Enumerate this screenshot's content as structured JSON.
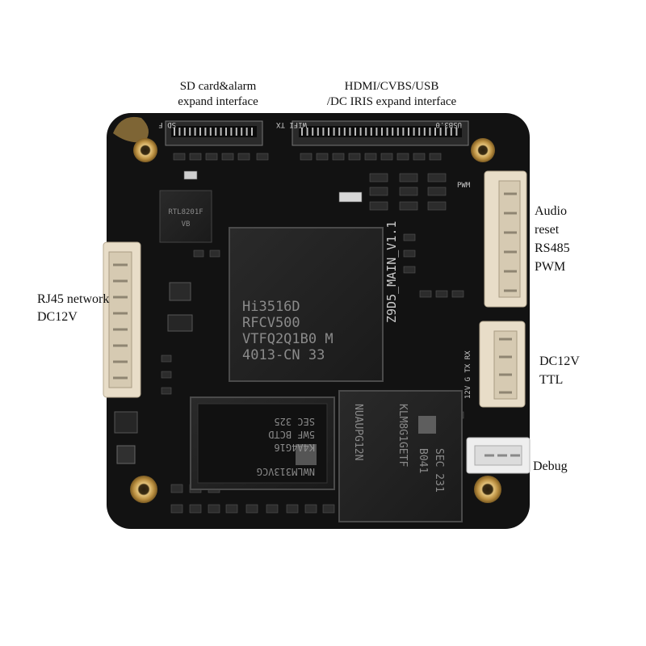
{
  "labels": {
    "sd_card": [
      "SD card&alarm",
      "expand interface"
    ],
    "hdmi": [
      "HDMI/CVBS/USB",
      "/DC IRIS expand interface"
    ],
    "audio": [
      "Audio",
      "reset",
      "RS485",
      "PWM"
    ],
    "rj45": [
      "RJ45 network",
      "DC12V"
    ],
    "dc12v_ttl": [
      "DC12V",
      "TTL"
    ],
    "debug": "Debug"
  },
  "board": {
    "model": "Z9D5_MAIN_V1.1",
    "silk_sd": "SD F",
    "silk_wifi": "WIFI TX",
    "silk_usb": "USB3.0",
    "silk_pwm": "PWM",
    "silk_ttl": "12V G TX RX",
    "silk_12v": "12V",
    "main_chip": [
      "Hi3516D",
      "RFCV500",
      "VTFQ2Q1B0 M",
      "4013-CN   33"
    ],
    "ram_chip": [
      "NWLM313VCG",
      "K4A4G16",
      "5WF BCTD",
      "SEC 325"
    ],
    "emmc_chip": [
      "SEC 231",
      "B041",
      "KLM8G1GETF",
      "NUAUPG12N"
    ],
    "eth_chip": [
      "RTL8201F",
      "VB"
    ]
  },
  "colors": {
    "pcb": "#121212",
    "chip": "#1f1f1f",
    "connector": "#e8ddc8",
    "gold": "#c9a45a"
  }
}
